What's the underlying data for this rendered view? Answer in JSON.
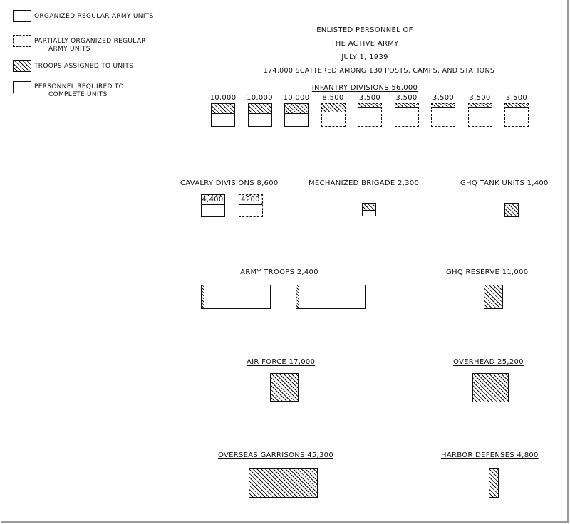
{
  "legend": {
    "organized": "ORGANIZED REGULAR ARMY UNITS",
    "partially_line1": "PARTIALLY ORGANIZED REGULAR",
    "partially_line2": "ARMY UNITS",
    "troops_assigned": "TROOPS ASSIGNED TO UNITS",
    "personnel_line1": "PERSONNEL REQUIRED TO",
    "personnel_line2": "COMPLETE UNITS"
  },
  "title": {
    "line1": "ENLISTED PERSONNEL OF",
    "line2": "THE ACTIVE ARMY",
    "line3": "JULY 1, 1939",
    "line4": "174,000 SCATTERED AMONG 130 POSTS, CAMPS, AND STATIONS"
  },
  "infantry": {
    "heading": "INFANTRY DIVISIONS 56,000",
    "units": [
      {
        "label": "10,000",
        "organized": true,
        "fill": 0.38
      },
      {
        "label": "10,000",
        "organized": true,
        "fill": 0.38
      },
      {
        "label": "10,000",
        "organized": true,
        "fill": 0.38
      },
      {
        "label": "8,500",
        "organized": false,
        "fill": 0.32
      },
      {
        "label": "3,500",
        "organized": false,
        "fill": 0.12
      },
      {
        "label": "3,500",
        "organized": false,
        "fill": 0.12
      },
      {
        "label": "3,500",
        "organized": false,
        "fill": 0.12
      },
      {
        "label": "3,500",
        "organized": false,
        "fill": 0.12
      },
      {
        "label": "3,500",
        "organized": false,
        "fill": 0.12
      }
    ]
  },
  "cavalry": {
    "heading": "CAVALRY DIVISIONS 8,600",
    "units": [
      {
        "label": "4,400",
        "organized": true,
        "fill": 0.42
      },
      {
        "label": "4200",
        "organized": false,
        "fill": 0.42
      }
    ]
  },
  "mechanized": {
    "heading": "MECHANIZED BRIGADE 2,300",
    "fill": 0.45
  },
  "ghq_tank": {
    "heading": "GHQ TANK UNITS 1,400",
    "fill": 1.0
  },
  "army_troops": {
    "heading": "ARMY TROOPS 2,400",
    "fill": 0.04
  },
  "ghq_reserve": {
    "heading": "GHQ RESERVE 11,000",
    "fill": 1.0
  },
  "air_force": {
    "heading": "AIR FORCE 17,000",
    "fill": 1.0
  },
  "overhead": {
    "heading": "OVERHEAD 25,200",
    "fill": 1.0
  },
  "overseas": {
    "heading": "OVERSEAS GARRISONS 45,300",
    "fill": 1.0
  },
  "harbor": {
    "heading": "HARBOR DEFENSES 4,800",
    "fill": 1.0
  }
}
